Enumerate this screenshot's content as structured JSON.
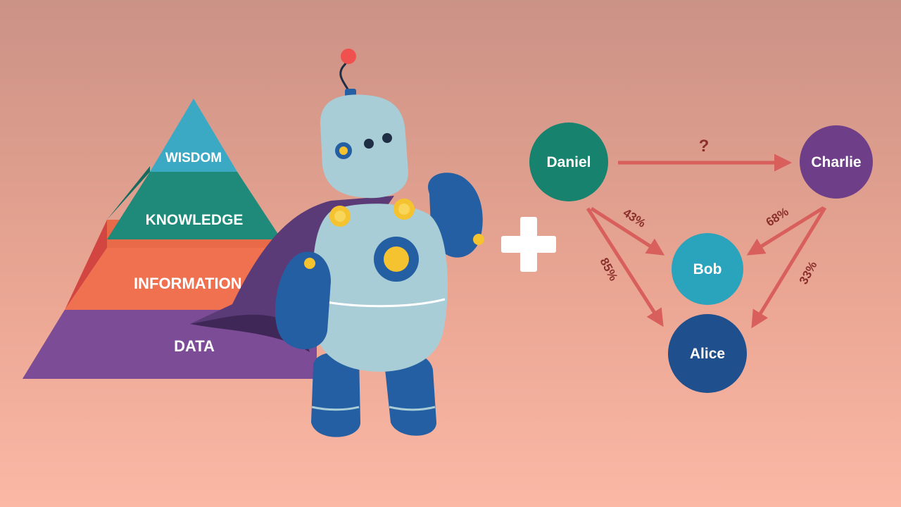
{
  "pyramid": {
    "levels": [
      {
        "label": "WISDOM",
        "color": "#3ba9c4"
      },
      {
        "label": "KNOWLEDGE",
        "color": "#1f8a7a"
      },
      {
        "label": "INFORMATION",
        "color": "#f07150"
      },
      {
        "label": "DATA",
        "color": "#7d4c96"
      }
    ]
  },
  "plus_sign": "+",
  "graph": {
    "nodes": [
      {
        "id": "daniel",
        "label": "Daniel",
        "color": "#17826e"
      },
      {
        "id": "charlie",
        "label": "Charlie",
        "color": "#6e3f88"
      },
      {
        "id": "bob",
        "label": "Bob",
        "color": "#2aa3bd"
      },
      {
        "id": "alice",
        "label": "Alice",
        "color": "#1f4f8c"
      }
    ],
    "edges": [
      {
        "from": "Daniel",
        "to": "Charlie",
        "label": "?"
      },
      {
        "from": "Daniel",
        "to": "Bob",
        "label": "43%"
      },
      {
        "from": "Daniel",
        "to": "Alice",
        "label": "85%"
      },
      {
        "from": "Charlie",
        "to": "Bob",
        "label": "68%"
      },
      {
        "from": "Charlie",
        "to": "Alice",
        "label": "33%"
      }
    ],
    "edge_color": "#d85f5c"
  },
  "colors": {
    "background_top": "#cb9286",
    "background_bottom": "#fbb8a5",
    "robot_body": "#a8cdd6",
    "robot_limbs": "#245ea3",
    "robot_cape": "#5b3b77",
    "robot_accent": "#f5c230"
  }
}
